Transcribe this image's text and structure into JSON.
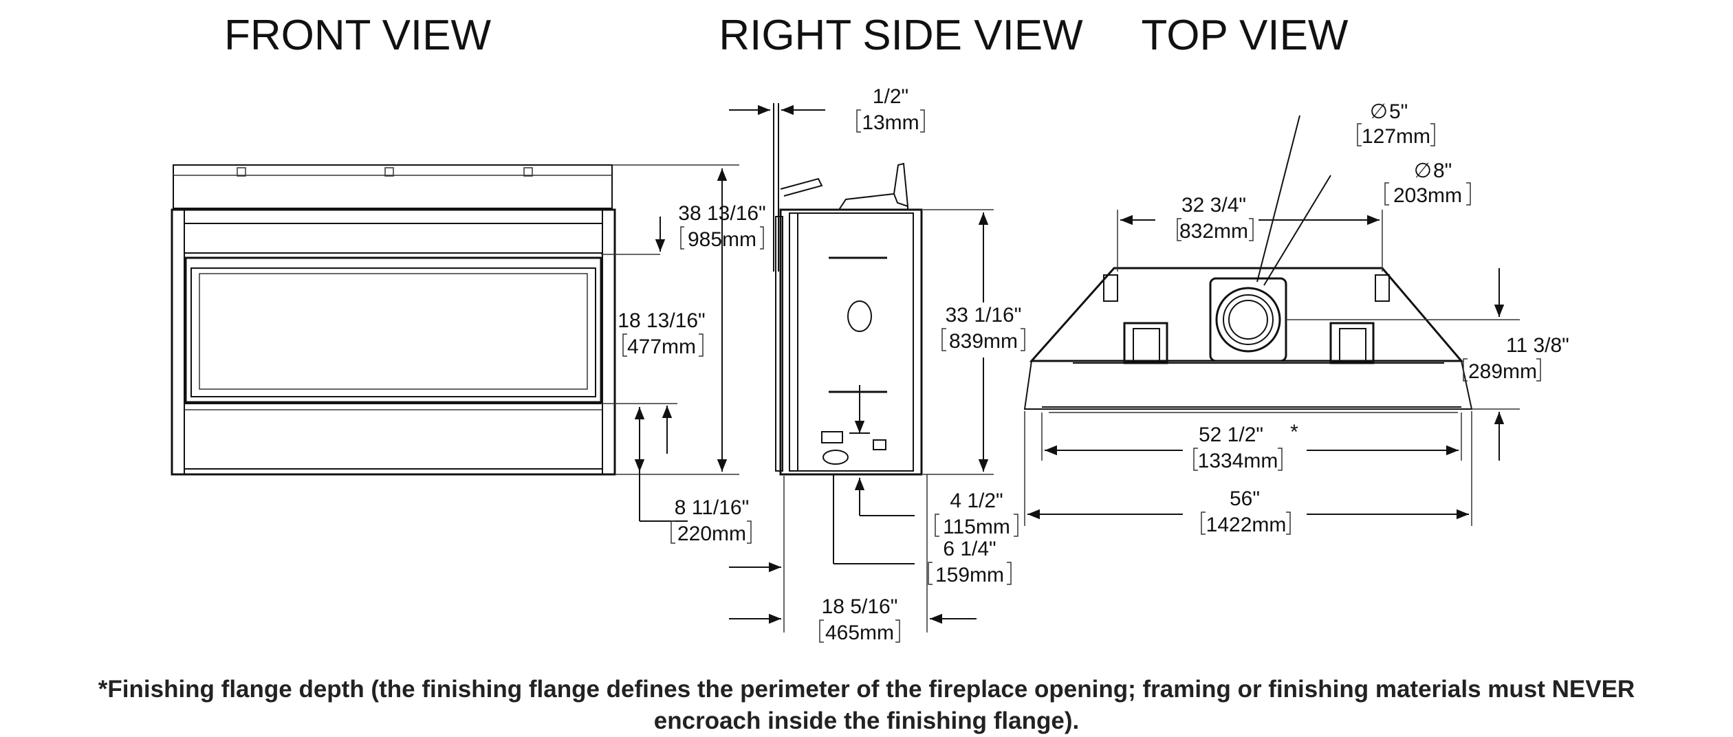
{
  "views": {
    "front": "FRONT VIEW",
    "side": "RIGHT SIDE VIEW",
    "top": "TOP VIEW"
  },
  "dims": {
    "front_height": {
      "in": "38 13/16\"",
      "mm": "985mm"
    },
    "front_opening": {
      "in": "18 13/16\"",
      "mm": "477mm"
    },
    "front_base": {
      "in": "8 11/16\"",
      "mm": "220mm"
    },
    "side_flange": {
      "in": "1/2\"",
      "mm": "13mm"
    },
    "side_height": {
      "in": "33 1/16\"",
      "mm": "839mm"
    },
    "side_gas": {
      "in": "4 1/2\"",
      "mm": "115mm"
    },
    "side_elec": {
      "in": "6 1/4\"",
      "mm": "159mm"
    },
    "side_depth": {
      "in": "18 5/16\"",
      "mm": "465mm"
    },
    "top_vent_inner": {
      "in": "5\"",
      "mm": "127mm",
      "symbol": "∅"
    },
    "top_vent_outer": {
      "in": "8\"",
      "mm": "203mm",
      "symbol": "∅"
    },
    "top_vent_spacing": {
      "in": "32 3/4\"",
      "mm": "832mm"
    },
    "top_depth": {
      "in": "11 3/8\"",
      "mm": "289mm"
    },
    "top_flange_width": {
      "in": "52 1/2\"",
      "mm": "1334mm",
      "note": "*"
    },
    "top_width": {
      "in": "56\"",
      "mm": "1422mm"
    }
  },
  "footnote": {
    "line1": "*Finishing flange depth (the finishing flange defines the perimeter of the fireplace opening; framing or finishing materials must NEVER",
    "line2": "encroach inside the finishing flange)."
  }
}
